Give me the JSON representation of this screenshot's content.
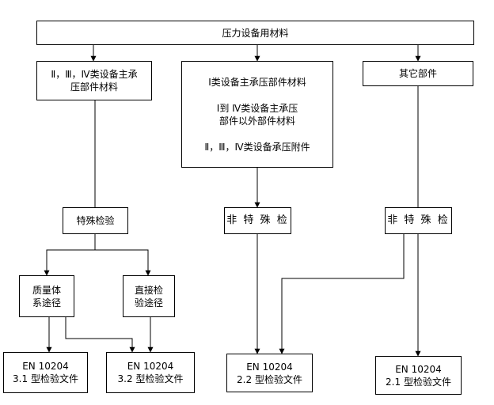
{
  "diagram": {
    "root": "压力设备用材料",
    "branch_main": [
      "Ⅱ，Ⅲ，Ⅳ类设备主承",
      "压部件材料"
    ],
    "branch_middle": {
      "line1": "Ⅰ类设备主承压部件材料",
      "line2a": "Ⅰ到 Ⅳ类设备主承压",
      "line2b": "部件以外部件材料",
      "line3": "Ⅱ，Ⅲ，Ⅳ类设备承压附件"
    },
    "branch_other": "其它部件",
    "special_check": "特殊检验",
    "non_special_middle": "非 特 殊 检",
    "non_special_right": "非 特 殊 检",
    "quality_route": [
      "质量体",
      "系途径"
    ],
    "direct_route": [
      "直接检",
      "验途径"
    ],
    "doc_31": [
      "EN 10204",
      "3.1 型检验文件"
    ],
    "doc_32": [
      "EN 10204",
      "3.2 型检验文件"
    ],
    "doc_22": [
      "EN 10204",
      "2.2 型检验文件"
    ],
    "doc_21": [
      "EN 10204",
      "2.1 型检验文件"
    ]
  }
}
